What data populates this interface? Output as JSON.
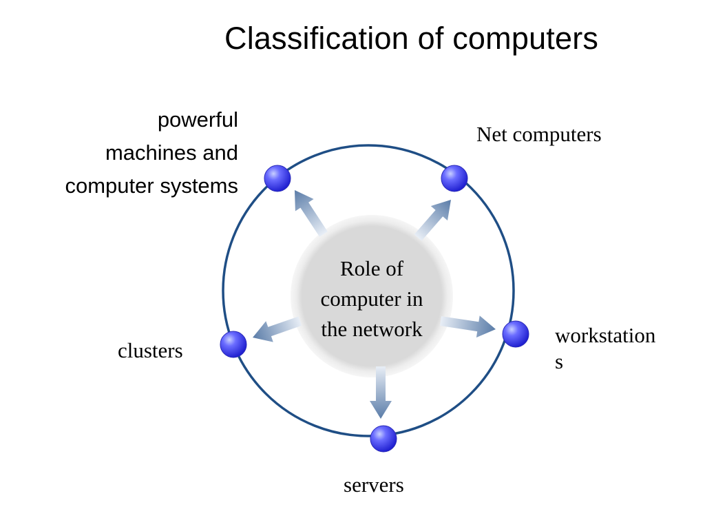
{
  "slide": {
    "title": "Classification of computers"
  },
  "diagram": {
    "center_label": "Role of\ncomputer in\nthe network",
    "nodes": {
      "powerful": "powerful\nmachines and\ncomputer systems",
      "net_computers": "Net computers",
      "workstations": "workstation\ns",
      "clusters": "clusters",
      "servers": "servers"
    },
    "colors": {
      "ring": "#1f4e85",
      "node": "#3b3bf0",
      "center_fill": "#d9d9d9",
      "arrow": "#5a7ca8"
    }
  }
}
